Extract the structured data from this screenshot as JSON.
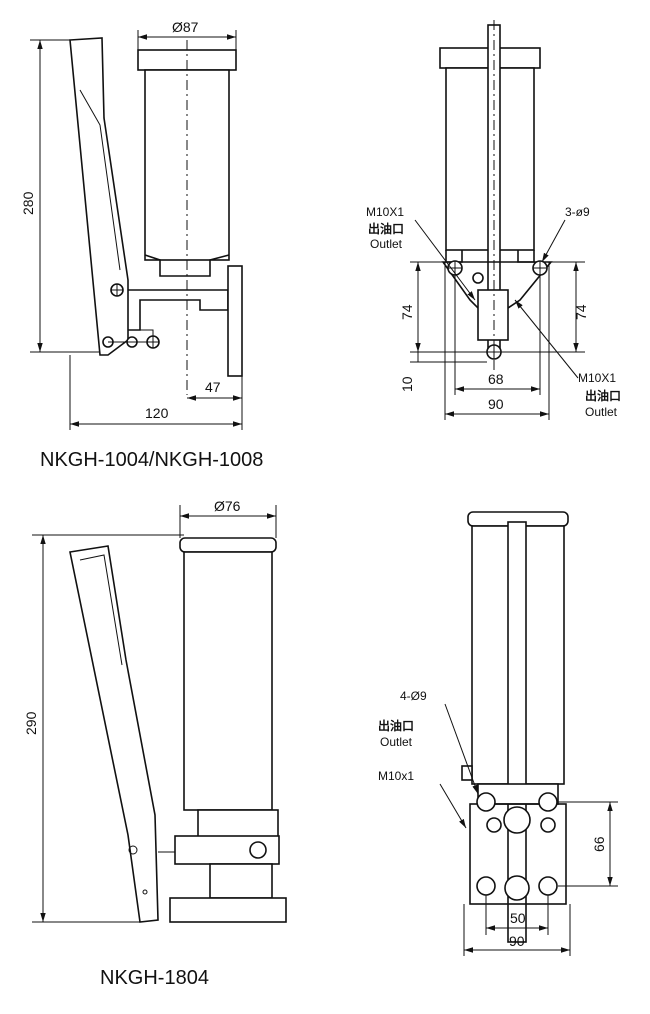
{
  "captions": {
    "top_model": "NKGH-1004/NKGH-1008",
    "bottom_model": "NKGH-1804"
  },
  "top_side": {
    "dia": "Ø87",
    "height": "280",
    "d47": "47",
    "d120": "120"
  },
  "top_front": {
    "m10_left": "M10X1",
    "outlet_cn_left": "出油口",
    "outlet_en_left": "Outlet",
    "holes": "3-ø9",
    "d74_left": "74",
    "d74_right": "74",
    "d10": "10",
    "d68": "68",
    "d90": "90",
    "m10_right": "M10X1",
    "outlet_cn_right": "出油口",
    "outlet_en_right": "Outlet"
  },
  "bottom_side": {
    "dia": "Ø76",
    "height": "290"
  },
  "bottom_front": {
    "holes": "4-Ø9",
    "outlet_cn": "出油口",
    "outlet_en": "Outlet",
    "m10": "M10x1",
    "d66": "66",
    "d50": "50",
    "d90": "90"
  }
}
